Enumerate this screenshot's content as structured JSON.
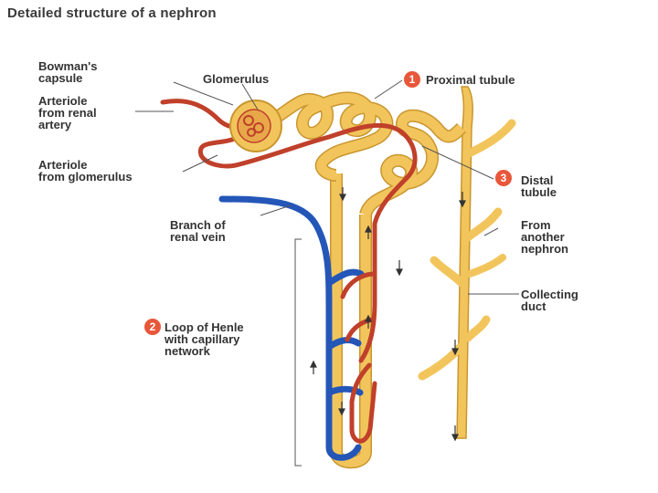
{
  "title": "Detailed structure of a nephron",
  "labels": {
    "bowmans_capsule": [
      "Bowman's",
      "capsule"
    ],
    "glomerulus": "Glomerulus",
    "arteriole_from_renal_artery": [
      "Arteriole",
      "from renal",
      "artery"
    ],
    "arteriole_from_glomerulus": [
      "Arteriole",
      "from glomerulus"
    ],
    "branch_of_renal_vein": [
      "Branch of",
      "renal vein"
    ],
    "proximal_tubule": "Proximal tubule",
    "distal_tubule": [
      "Distal",
      "tubule"
    ],
    "loop_of_henle": [
      "Loop of Henle",
      "with capillary",
      "network"
    ],
    "from_another_nephron": [
      "From",
      "another",
      "nephron"
    ],
    "collecting_duct": [
      "Collecting",
      "duct"
    ]
  },
  "numbers": {
    "proximal": "1",
    "loop": "2",
    "distal": "3"
  },
  "colors": {
    "tubule": "#f2c55c",
    "tubule_outline": "#c9962e",
    "artery": "#c0402a",
    "vein": "#2456b8",
    "badge": "#e8573a"
  }
}
